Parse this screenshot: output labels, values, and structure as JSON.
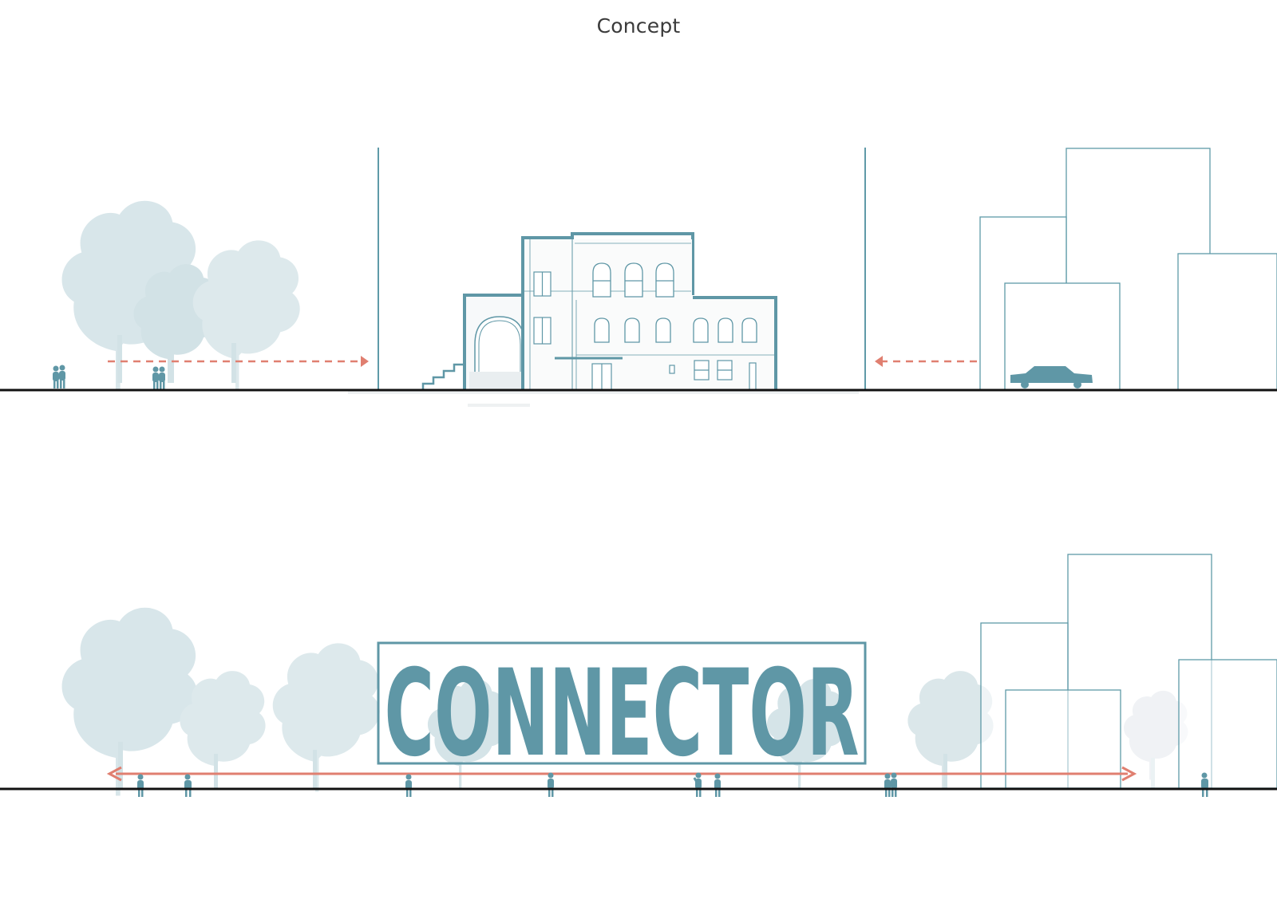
{
  "title": "Concept",
  "colors": {
    "teal": "#5f97a6",
    "teal_dark": "#4d8797",
    "tree": "#d8e6ea",
    "tree_gray": "#dde3e8",
    "arrow": "#e07f70",
    "ground": "#111111",
    "building_line": "#5f9aa8"
  },
  "panels": [
    {
      "id": "before",
      "arrows": "inward-dashed",
      "feature": "historic-building-elevation"
    },
    {
      "id": "after",
      "arrows": "bidirectional-solid",
      "feature": "connector-sign",
      "sign_text": "CONNECTOR"
    }
  ]
}
